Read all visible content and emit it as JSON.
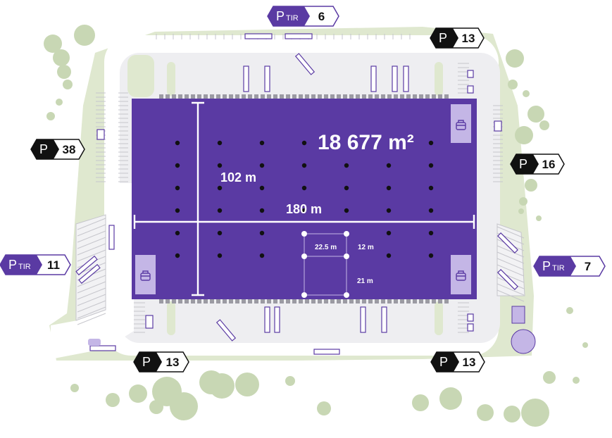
{
  "colors": {
    "building": "#5a3aa3",
    "lot": "#f2f2f4",
    "road": "#ffffff",
    "green": "#dfe8cf",
    "tree": "#c8d7b4",
    "dock": "#9b9aa3",
    "accent_purple": "#5a3aa3",
    "black": "#111111",
    "white": "#ffffff"
  },
  "building": {
    "area": "18 677 m²",
    "width_label": "180 m",
    "height_label": "102 m",
    "bay_w_label": "22.5 m",
    "bay_h1_label": "12 m",
    "bay_h2_label": "21 m",
    "office_icon": "office-icon"
  },
  "parking": [
    {
      "id": "top-tir",
      "kind": "tir",
      "p": "P",
      "sub": "TIR",
      "count": "6"
    },
    {
      "id": "top-right",
      "kind": "car",
      "p": "P",
      "sub": "",
      "count": "13"
    },
    {
      "id": "left",
      "kind": "car",
      "p": "P",
      "sub": "",
      "count": "38"
    },
    {
      "id": "right",
      "kind": "car",
      "p": "P",
      "sub": "",
      "count": "16"
    },
    {
      "id": "left-tir",
      "kind": "tir",
      "p": "P",
      "sub": "TIR",
      "count": "11"
    },
    {
      "id": "right-tir",
      "kind": "tir",
      "p": "P",
      "sub": "TIR",
      "count": "7"
    },
    {
      "id": "bottom-left",
      "kind": "car",
      "p": "P",
      "sub": "",
      "count": "13"
    },
    {
      "id": "bottom-right",
      "kind": "car",
      "p": "P",
      "sub": "",
      "count": "13"
    }
  ]
}
